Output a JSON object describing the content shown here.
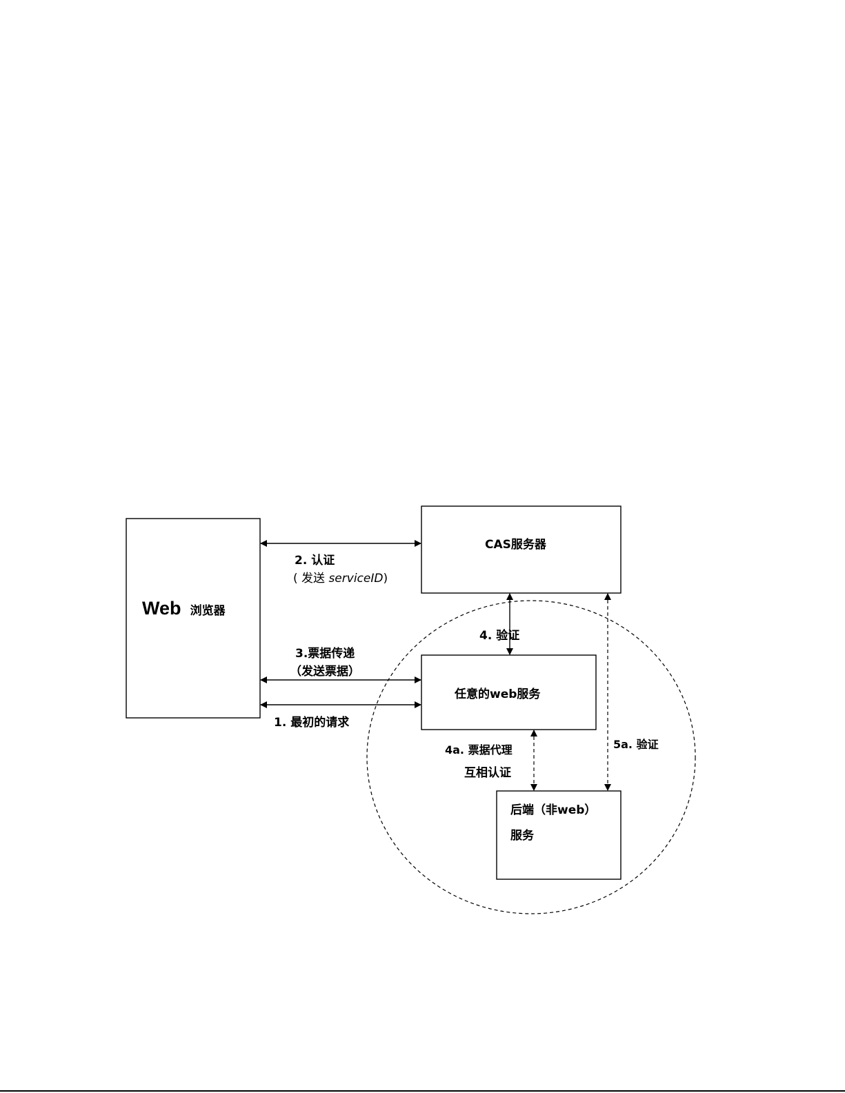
{
  "nodes": {
    "browser": {
      "title_en": "Web",
      "title_cn": "浏览器"
    },
    "cas_server": {
      "label": "CAS服务器"
    },
    "web_service": {
      "label": "任意的web服务"
    },
    "backend": {
      "line1": "后端（非web）",
      "line2": "服务"
    }
  },
  "edges": {
    "authenticate": {
      "line1": "2. 认证",
      "line2_prefix": "( 发送 ",
      "line2_italic": "serviceID",
      "line2_suffix": ")"
    },
    "ticket_pass": {
      "line1": "3.票据传递",
      "line2": "（发送票据）"
    },
    "initial_request": {
      "label": "1. 最初的请求"
    },
    "validate": {
      "label": "4. 验证"
    },
    "proxy": {
      "line1": "4a. 票据代理",
      "line2": "互相认证"
    },
    "validate_5a": {
      "label": "5a. 验证"
    }
  },
  "colors": {
    "stroke": "#000000",
    "background": "#ffffff"
  }
}
